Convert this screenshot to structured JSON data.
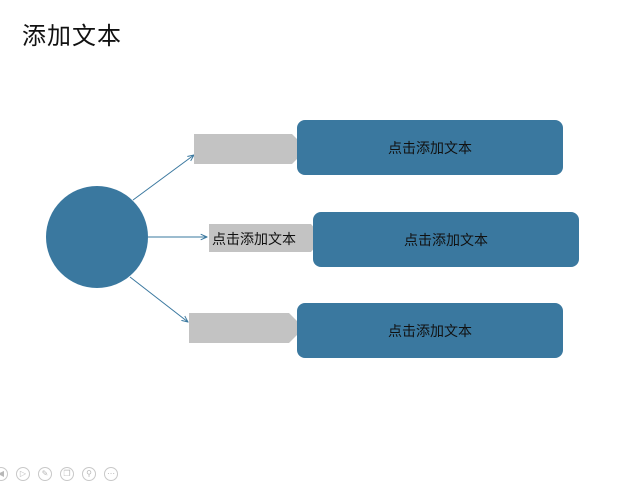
{
  "slide": {
    "title": "添加文本"
  },
  "diagram": {
    "boxes": [
      {
        "label": "点击添加文本"
      },
      {
        "label": "点击添加文本"
      },
      {
        "label": "点击添加文本"
      }
    ],
    "tags": [
      {
        "label": ""
      },
      {
        "label": "点击添加文本"
      },
      {
        "label": ""
      }
    ],
    "colors": {
      "node": "#3a789f",
      "tag": "#c3c3c3",
      "arrow": "#3a789f"
    }
  },
  "toolbar": {
    "icons": [
      "prev-icon",
      "play-icon",
      "pen-icon",
      "copy-icon",
      "zoom-icon",
      "more-icon"
    ]
  }
}
